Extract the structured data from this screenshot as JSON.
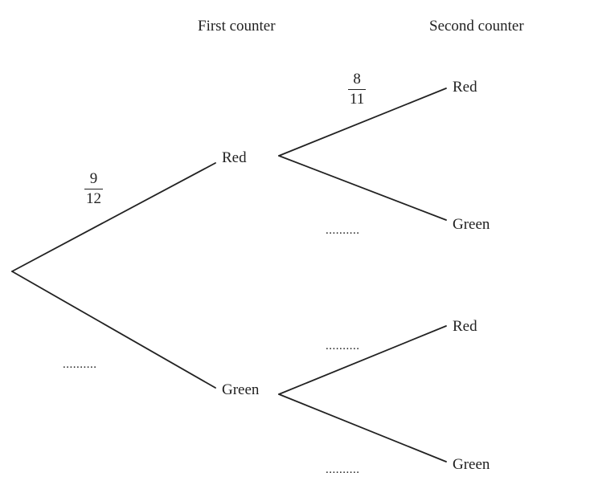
{
  "headers": {
    "first": "First counter",
    "second": "Second counter"
  },
  "first_stage": {
    "upper_outcome": "Red",
    "lower_outcome": "Green",
    "upper_probability": {
      "numerator": "9",
      "denominator": "12"
    },
    "lower_probability": ".........."
  },
  "second_stage_after_red": {
    "upper_outcome": "Red",
    "lower_outcome": "Green",
    "upper_probability": {
      "numerator": "8",
      "denominator": "11"
    },
    "lower_probability": ".........."
  },
  "second_stage_after_green": {
    "upper_outcome": "Red",
    "lower_outcome": "Green",
    "upper_probability": "..........",
    "lower_probability": ".........."
  }
}
